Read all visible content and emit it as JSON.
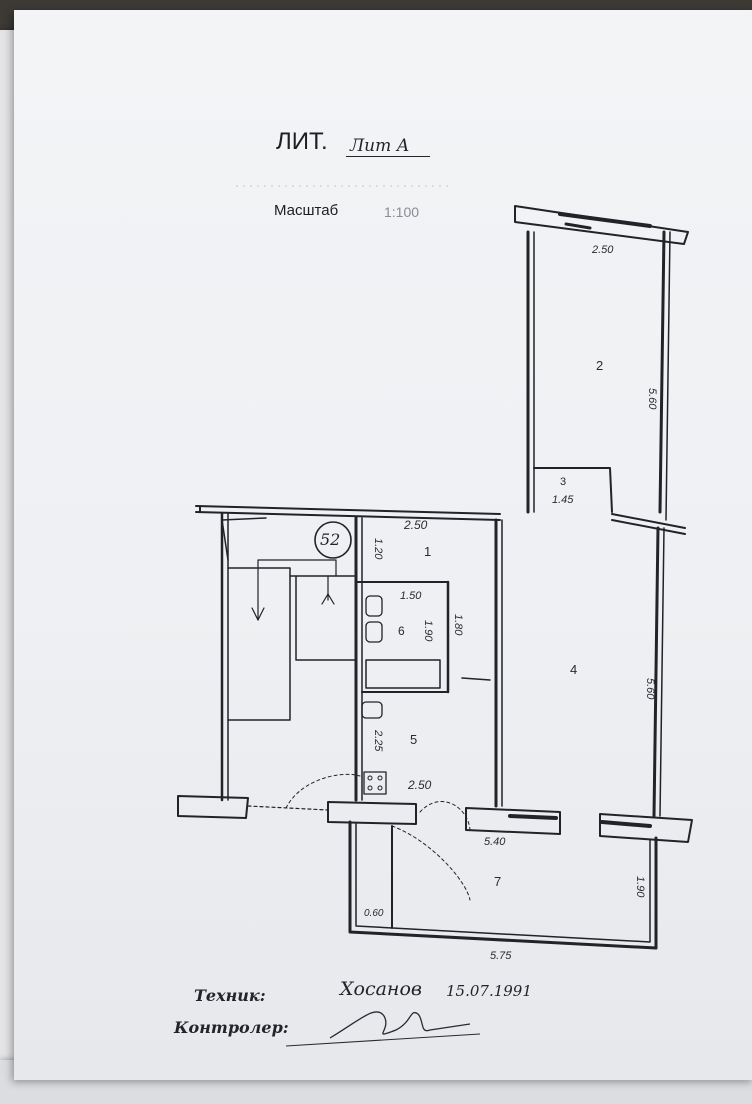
{
  "header": {
    "lit_label": "ЛИТ.",
    "lit_value": "Лит А",
    "scale_label": "Масштаб",
    "scale_value": "1:100"
  },
  "plan": {
    "circle_number": "52",
    "rooms": [
      {
        "id": "room-1",
        "number": "1"
      },
      {
        "id": "room-2",
        "number": "2"
      },
      {
        "id": "room-3",
        "number": "3"
      },
      {
        "id": "room-4",
        "number": "4"
      },
      {
        "id": "room-5",
        "number": "5"
      },
      {
        "id": "room-6",
        "number": "6"
      },
      {
        "id": "room-7",
        "number": "7"
      }
    ],
    "dimensions": {
      "room2_width": "2.50",
      "room2_length": "5.60",
      "room3_size": "1.45",
      "room1_width": "2.50",
      "room1_depth": "1.20",
      "bath_width": "1.50",
      "bath_length": "1.90",
      "bath_side": "1.80",
      "room4_length": "5.60",
      "kitchen_length": "2.25",
      "kitchen_width": "2.50",
      "balcony_inner": "5.40",
      "balcony_depth": "1.90",
      "balcony_side": "0.60",
      "balcony_outer": "5.75"
    }
  },
  "footer": {
    "technician_label": "Техник:",
    "technician_signature": "Хосанов",
    "technician_date": "15.07.1991",
    "controller_label": "Контролер:"
  },
  "colors": {
    "ink": "#1d1d22",
    "paper": "#eef0f3"
  }
}
